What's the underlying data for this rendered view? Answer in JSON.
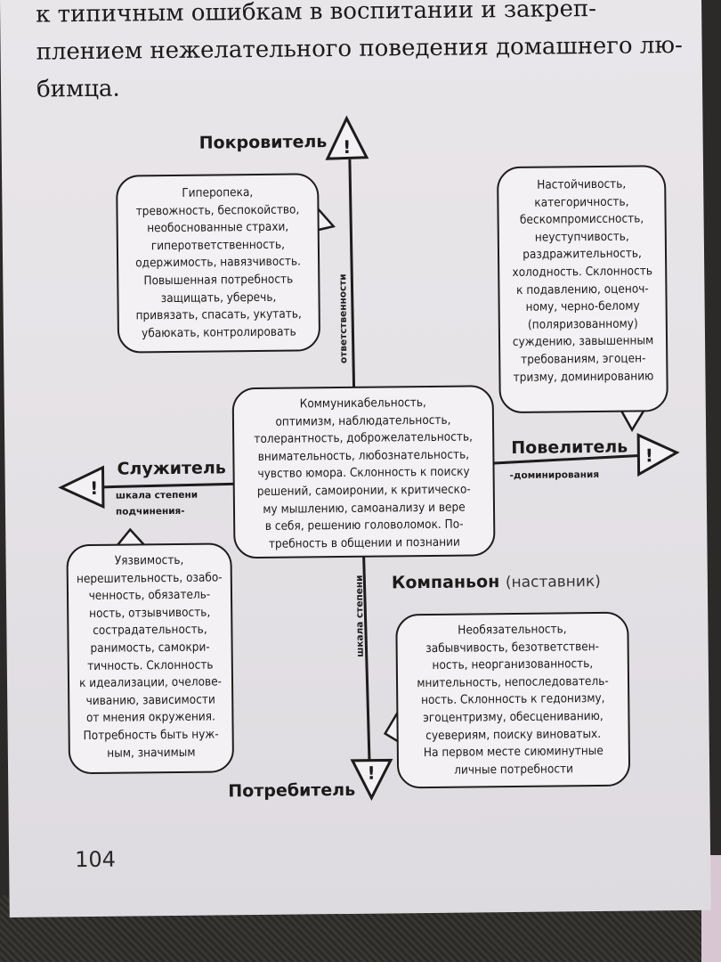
{
  "intro": {
    "line1": "к типичным ошибкам в воспитании и закреп-",
    "line2": "плением нежелательного поведения домашнего лю-",
    "line3": "бимца."
  },
  "roles": {
    "top": "Покровитель",
    "right": "Повелитель",
    "left": "Служитель",
    "center": "Компаньон",
    "center_sub": "(наставник)",
    "bottom": "Потребитель"
  },
  "axis_labels": {
    "top_vertical": "ответственности",
    "right_horizontal": "-доминирования",
    "left_line1": "шкала степени",
    "left_line2": "подчинения-",
    "bottom_vertical": "шкала степени"
  },
  "bubbles": {
    "patron": [
      "Гиперопека,",
      "тревожность, беспокойство,",
      "необоснованные страхи,",
      "гиперответственность,",
      "одержимость, навязчивость.",
      "Повышенная потребность",
      "защищать, уберечь,",
      "привязать, спасать, укутать,",
      "убаюкать, контролировать"
    ],
    "ruler": [
      "Настойчивость,",
      "категоричность,",
      "бескомпромиссность,",
      "неуступчивость,",
      "раздражительность,",
      "холодность. Склонность",
      "к подавлению, оценоч-",
      "ному, черно-белому",
      "(поляризованному)",
      "суждению, завышенным",
      "требованиям, эгоцен-",
      "тризму, доминированию"
    ],
    "companion": [
      "Коммуникабельность,",
      "оптимизм, наблюдательность,",
      "толерантность, доброжелательность,",
      "внимательность, любознательность,",
      "чувство юмора. Склонность к поиску",
      "решений, самоиронии, к критическо-",
      "му мышлению, самоанализу и вере",
      "в себя, решению головоломок. По-",
      "требность в общении и познании"
    ],
    "servant": [
      "Уязвимость,",
      "нерешительность, озабо-",
      "ченность, обязатель-",
      "ность, отзывчивость,",
      "сострадательность,",
      "ранимость, самокри-",
      "тичность. Склонность",
      "к идеализации, очелове-",
      "чиванию, зависимости",
      "от мнения окружения.",
      "Потребность быть нуж-",
      "ным, значимым"
    ],
    "consumer": [
      "Необязательность,",
      "забывчивость, безответствен-",
      "ность, неорганизованность,",
      "мнительность, непоследователь-",
      "ность. Склонность к гедонизму,",
      "эгоцентризму, обесцениванию,",
      "суевериям, поиску виноватых.",
      "На первом месте сиюминутные",
      "личные потребности"
    ]
  },
  "warning_glyph": "!",
  "page_number": "104"
}
